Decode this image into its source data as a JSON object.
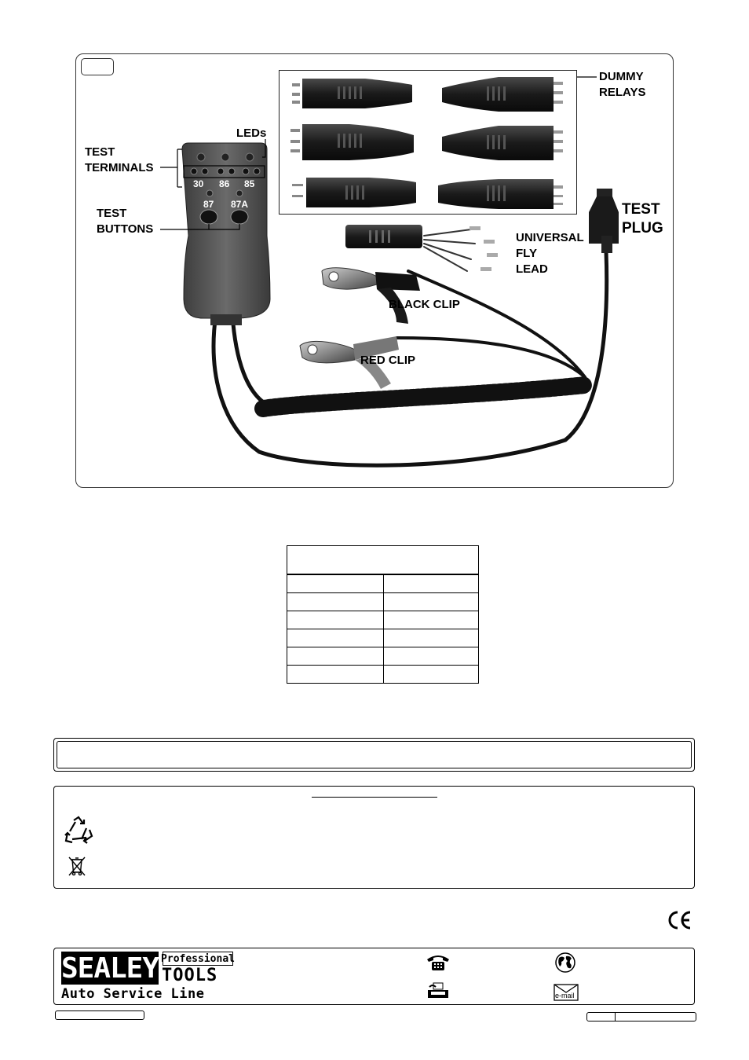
{
  "figure": {
    "labels": {
      "leds": "LEDs",
      "test_terminals": "TEST\nTERMINALS",
      "test_buttons": "TEST\nBUTTONS",
      "dummy_relays": "DUMMY\nRELAYS",
      "test_plug": "TEST\nPLUG",
      "universal_fly_lead": "UNIVERSAL\nFLY\nLEAD",
      "black_clip": "BLACK CLIP",
      "red_clip": "RED CLIP"
    },
    "terminal_numbers": [
      "30",
      "86",
      "85"
    ],
    "button_labels": [
      "87",
      "87A"
    ]
  },
  "brand": {
    "logo_text": "SEALEY",
    "professional": "Professional",
    "tools": "TOOLS",
    "service_line": "Auto Service Line"
  },
  "footer": {
    "email_label": "e-mail"
  },
  "icons": [
    "recycle-icon",
    "weee-crossed-bin-icon",
    "ce-mark-icon",
    "telephone-icon",
    "globe-icon",
    "fax-icon",
    "envelope-icon"
  ]
}
